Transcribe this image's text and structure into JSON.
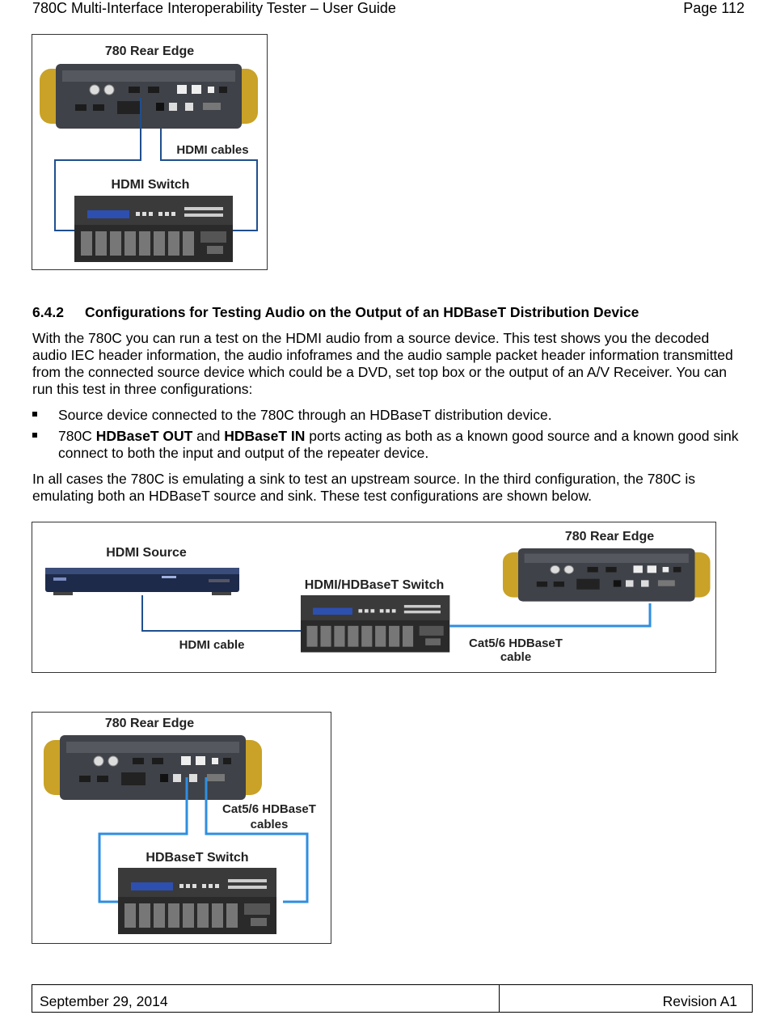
{
  "header": {
    "title": "780C Multi-Interface Interoperability Tester – User Guide",
    "page": "Page 112"
  },
  "figure1": {
    "device_label": "780 Rear Edge",
    "cable_label": "HDMI cables",
    "switch_label": "HDMI Switch"
  },
  "section": {
    "number": "6.4.2",
    "title": "Configurations for Testing Audio on the Output of an HDBaseT Distribution Device",
    "intro": "With the 780C you can run a test on the HDMI audio from a source device. This test shows you the decoded audio IEC header information, the audio infoframes and the audio sample packet header information transmitted from the connected source device which could be a DVD, set top box or the output of an A/V Receiver. You can run this test in three configurations:",
    "bullets": [
      {
        "text": "Source device connected to the 780C through an HDBaseT distribution device."
      },
      {
        "pre": "780C ",
        "b1": "HDBaseT OUT",
        "mid": " and ",
        "b2": "HDBaseT IN",
        "post": " ports acting as both as a known good source and a known good sink connect to both the input and output of the repeater device."
      }
    ],
    "closing": "In all cases the 780C is emulating a sink to test an upstream source. In the third configuration, the 780C is emulating both an HDBaseT source and sink. These test configurations are shown below."
  },
  "figure2": {
    "source_label": "HDMI Source",
    "switch_label": "HDMI/HDBaseT Switch",
    "device_label": "780 Rear Edge",
    "hdmi_cable_label": "HDMI cable",
    "cat_cable_line1": "Cat5/6 HDBaseT",
    "cat_cable_line2": "cable"
  },
  "figure3": {
    "device_label": "780 Rear Edge",
    "cable_line1": "Cat5/6 HDBaseT",
    "cable_line2": "cables",
    "switch_label": "HDBaseT Switch"
  },
  "footer": {
    "date": "September 29, 2014",
    "revision": "Revision A1"
  }
}
